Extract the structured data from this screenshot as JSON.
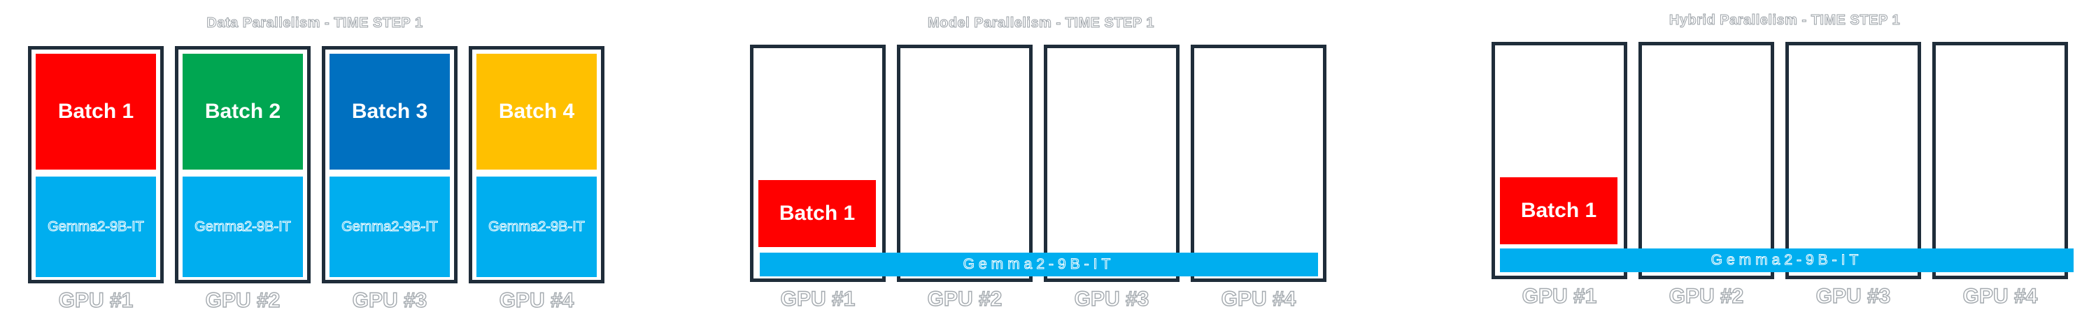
{
  "data_parallel": {
    "title": "Data Parallelism - TIME STEP 1",
    "gpus": [
      {
        "label": "GPU #1",
        "batch": "Batch 1",
        "model": "Gemma2-9B-IT",
        "color": "#ff0000"
      },
      {
        "label": "GPU #2",
        "batch": "Batch 2",
        "model": "Gemma2-9B-IT",
        "color": "#00a651"
      },
      {
        "label": "GPU #3",
        "batch": "Batch 3",
        "model": "Gemma2-9B-IT",
        "color": "#0070c0"
      },
      {
        "label": "GPU #4",
        "batch": "Batch 4",
        "model": "Gemma2-9B-IT",
        "color": "#ffc000"
      }
    ]
  },
  "model_parallel": {
    "title": "Model Parallelism - TIME STEP 1",
    "batch": "Batch 1",
    "batch_color": "#ff0000",
    "model": "Gemma2-9B-IT",
    "gpus": [
      "GPU #1",
      "GPU #2",
      "GPU #3",
      "GPU #4"
    ]
  },
  "hybrid_parallel": {
    "title": "Hybrid Parallelism - TIME STEP 1",
    "batch": "Batch 1",
    "batch_color": "#ff0000",
    "model": "Gemma2-9B-IT",
    "gpus": [
      "GPU #1",
      "GPU #2",
      "GPU #3",
      "GPU #4"
    ]
  },
  "colors": {
    "gpu_border": "#1f2d3a",
    "model_blue": "#00aeef"
  }
}
